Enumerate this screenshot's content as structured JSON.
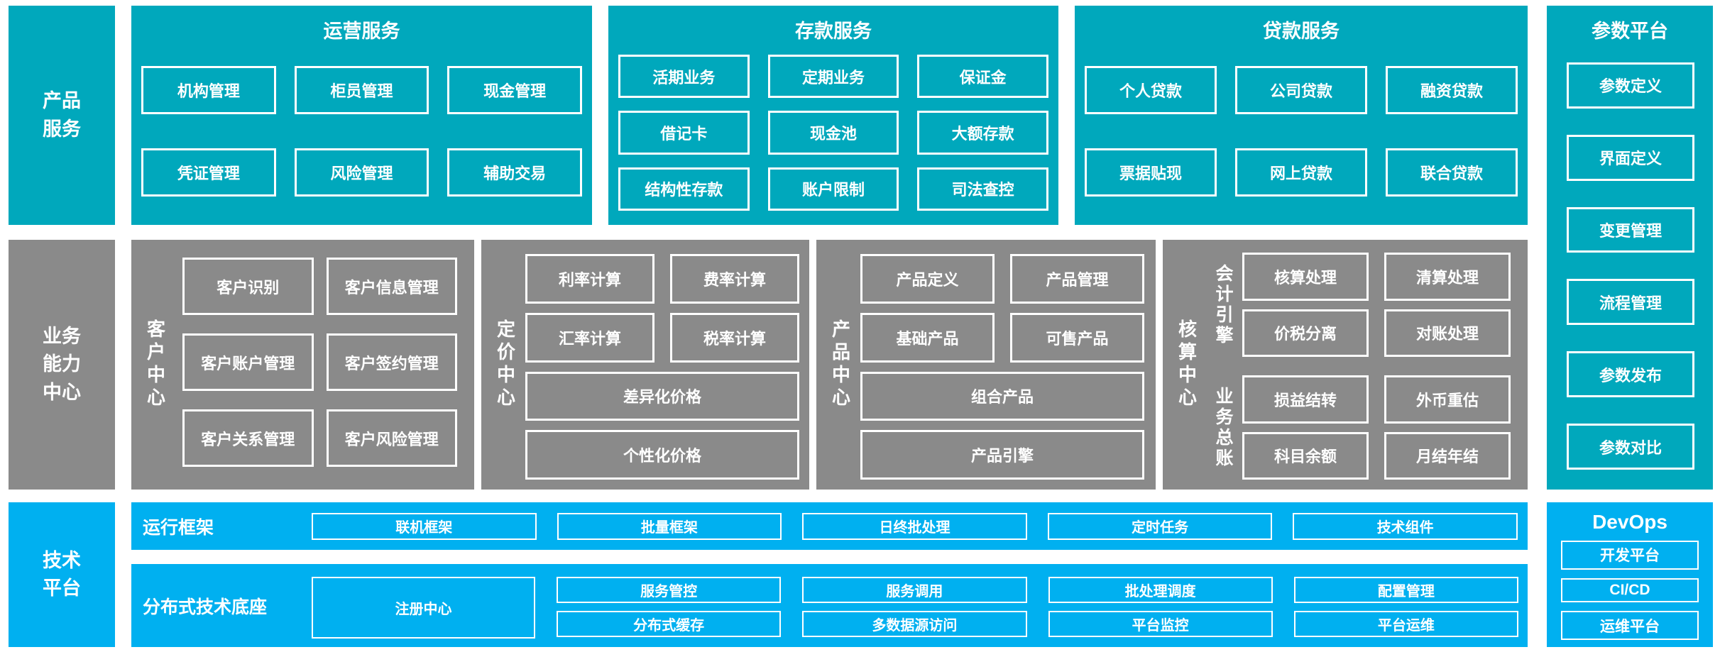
{
  "colors": {
    "teal": "#00a8bc",
    "blue": "#00b0f0",
    "gray": "#8a8a8a",
    "text": "#ffffff"
  },
  "sidebar": {
    "product_services": "产品服务",
    "business_capability": "业务能力中心",
    "technology_platform": "技术平台"
  },
  "row1": {
    "operations": {
      "title": "运营服务",
      "boxes": [
        "机构管理",
        "柜员管理",
        "现金管理",
        "凭证管理",
        "风险管理",
        "辅助交易"
      ]
    },
    "deposit": {
      "title": "存款服务",
      "boxes": [
        "活期业务",
        "定期业务",
        "保证金",
        "借记卡",
        "现金池",
        "大额存款",
        "结构性存款",
        "账户限制",
        "司法查控"
      ]
    },
    "loan": {
      "title": "贷款服务",
      "boxes": [
        "个人贷款",
        "公司贷款",
        "融资贷款",
        "票据贴现",
        "网上贷款",
        "联合贷款"
      ]
    }
  },
  "parameter_platform": {
    "title": "参数平台",
    "boxes": [
      "参数定义",
      "界面定义",
      "变更管理",
      "流程管理",
      "参数发布",
      "参数对比"
    ]
  },
  "row2": {
    "customer": {
      "label": "客户中心",
      "boxes": [
        "客户识别",
        "客户信息管理",
        "客户账户管理",
        "客户签约管理",
        "客户关系管理",
        "客户风险管理"
      ]
    },
    "pricing": {
      "label": "定价中心",
      "boxes": [
        "利率计算",
        "费率计算",
        "汇率计算",
        "税率计算",
        "差异化价格",
        "个性化价格"
      ]
    },
    "product": {
      "label": "产品中心",
      "boxes": [
        "产品定义",
        "产品管理",
        "基础产品",
        "可售产品",
        "组合产品",
        "产品引擎"
      ]
    },
    "accounting": {
      "label": "核算中心",
      "groups": [
        {
          "label": "会计引擎",
          "boxes": [
            "核算处理",
            "清算处理",
            "价税分离",
            "对账处理"
          ]
        },
        {
          "label": "业务总账",
          "boxes": [
            "损益结转",
            "外币重估",
            "科目余额",
            "月结年结"
          ]
        }
      ]
    }
  },
  "runtime": {
    "label": "运行框架",
    "boxes": [
      "联机框架",
      "批量框架",
      "日终批处理",
      "定时任务",
      "技术组件"
    ]
  },
  "distributed": {
    "label": "分布式技术底座",
    "registry": "注册中心",
    "grid": [
      "服务管控",
      "服务调用",
      "批处理调度",
      "配置管理",
      "分布式缓存",
      "多数据源访问",
      "平台监控",
      "平台运维"
    ]
  },
  "devops": {
    "title": "DevOps",
    "boxes": [
      "开发平台",
      "CI/CD",
      "运维平台"
    ]
  }
}
